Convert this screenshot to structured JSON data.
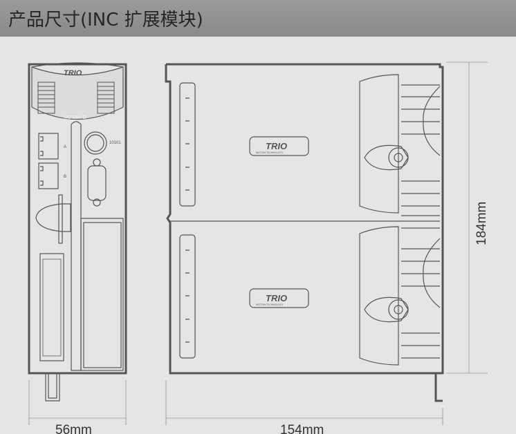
{
  "header": {
    "title": "产品尺寸(INC 扩展模块)"
  },
  "front_view": {
    "brand": "TRIO",
    "model": "MC E64-Ω",
    "port_a": "A",
    "port_b": "B",
    "connector_label": "10101"
  },
  "side_view": {
    "brand": "TRIO",
    "tagline": "MOTION TECHNOLOGY"
  },
  "dimensions": {
    "width_front": "56mm",
    "width_side": "154mm",
    "height": "184mm"
  },
  "colors": {
    "header": "#8a8a8a",
    "background": "#e5e5e3",
    "line": "#555555"
  }
}
